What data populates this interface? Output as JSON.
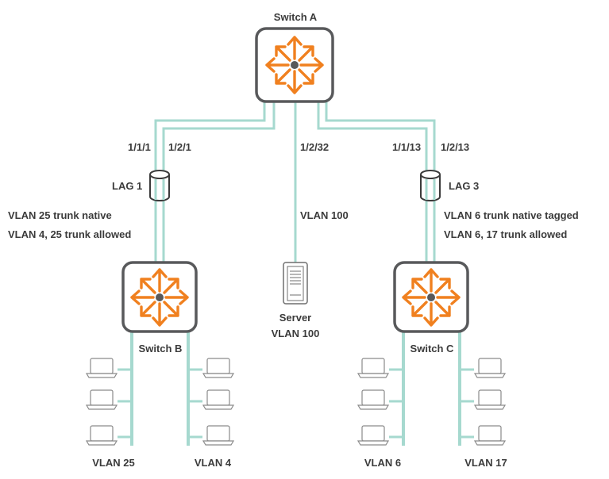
{
  "switches": {
    "a": {
      "name": "Switch A"
    },
    "b": {
      "name": "Switch B"
    },
    "c": {
      "name": "Switch C"
    }
  },
  "ports": {
    "a_1_1_1": "1/1/1",
    "a_1_2_1": "1/2/1",
    "a_1_2_32": "1/2/32",
    "a_1_1_13": "1/1/13",
    "a_1_2_13": "1/2/13"
  },
  "lags": {
    "lag1": "LAG 1",
    "lag3": "LAG 3"
  },
  "link_labels": {
    "lag1_native": "VLAN 25 trunk native",
    "lag1_allowed": "VLAN 4, 25 trunk allowed",
    "server_link": "VLAN 100",
    "lag3_native": "VLAN 6 trunk native tagged",
    "lag3_allowed": "VLAN 6, 17 trunk allowed"
  },
  "server": {
    "name": "Server",
    "vlan": "VLAN 100"
  },
  "access_vlans": {
    "b_left": "VLAN 25",
    "b_right": "VLAN 4",
    "c_left": "VLAN 6",
    "c_right": "VLAN 17"
  },
  "colors": {
    "link": "#a6d9cf",
    "switch_icon": "#f0801f",
    "switch_border": "#58595b",
    "device_outline": "#8a8a8a",
    "text": "#3b3b3b"
  },
  "icons": {
    "switch": "switch-arrows-icon",
    "server": "server-icon",
    "endpoint": "laptop-icon",
    "lag": "lag-cylinder-icon"
  }
}
